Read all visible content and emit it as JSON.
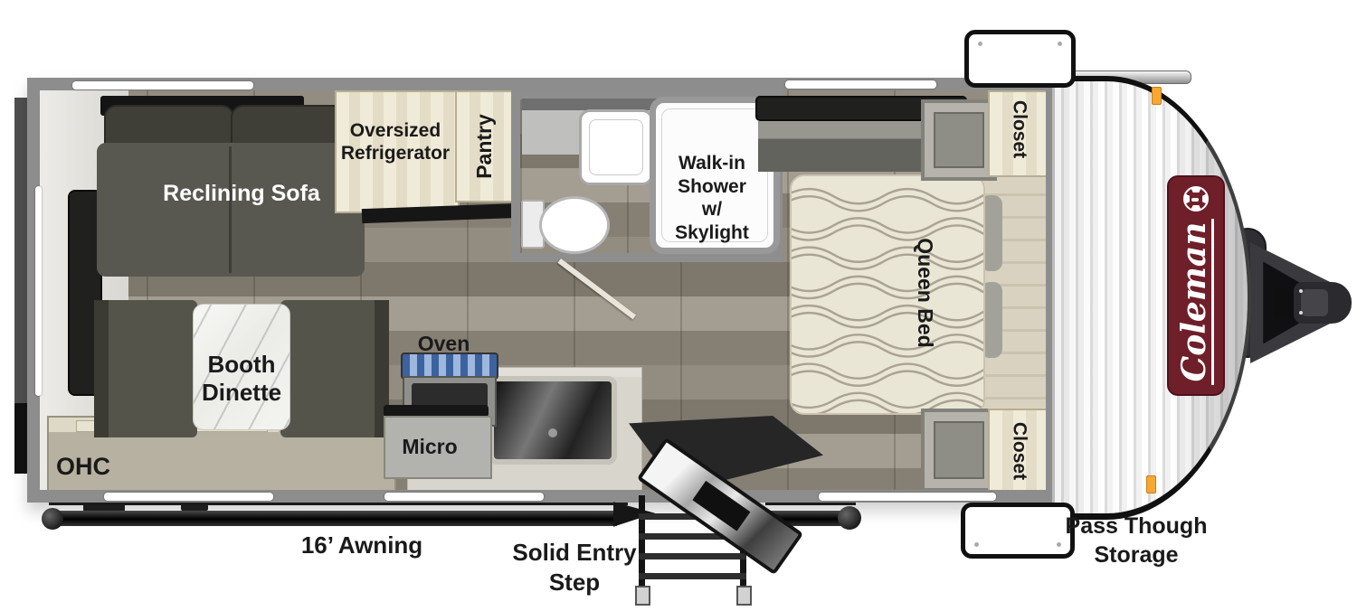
{
  "brand": {
    "name": "Coleman"
  },
  "labels": {
    "reclining_sofa": "Reclining Sofa",
    "refrigerator": [
      "Oversized",
      "Refrigerator"
    ],
    "pantry": "Pantry",
    "shower": [
      "Walk-in",
      "Shower",
      "w/",
      "Skylight"
    ],
    "queen_bed": "Queen Bed",
    "closet_top": "Closet",
    "closet_bottom": "Closet",
    "oven": "Oven",
    "micro": "Micro",
    "dinette": [
      "Booth",
      "Dinette"
    ],
    "ohc": "OHC",
    "awning": "16’ Awning",
    "entry_step": [
      "Solid Entry",
      "Step"
    ],
    "pass_through": [
      "Pass Though",
      "Storage"
    ]
  },
  "colors": {
    "wall": "#8d8d8d",
    "floor_wood": "#8a8478",
    "cabinet_cream": "#efe9d6",
    "sofa_gray": "#56554c",
    "badge_maroon": "#6f1f29",
    "marker_amber": "#f7a833",
    "awning_black": "#111111",
    "background": "#ffffff"
  }
}
